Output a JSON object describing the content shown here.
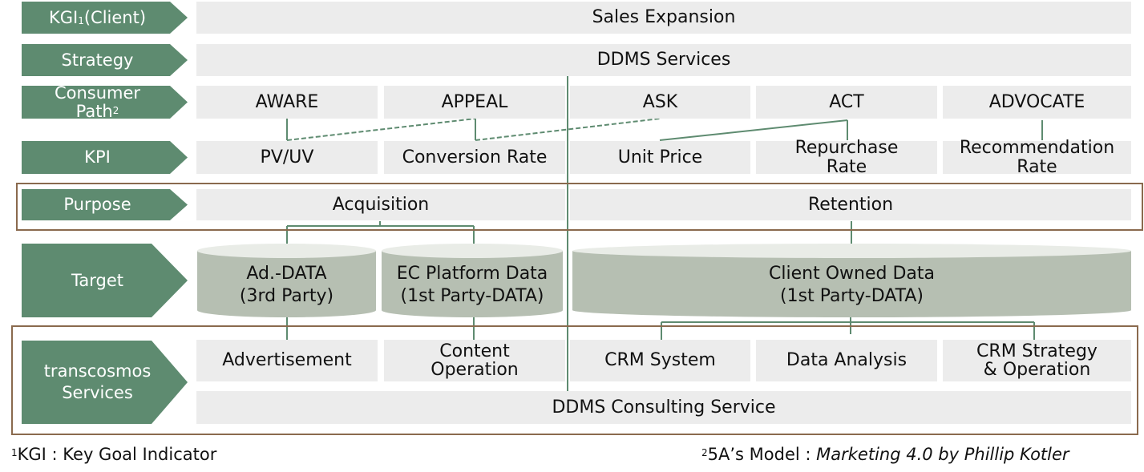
{
  "rows": {
    "kgi": {
      "label": "KGI",
      "sup": "1",
      "label_suffix": "(Client)",
      "value": "Sales Expansion"
    },
    "strategy": {
      "label": "Strategy",
      "value": "DDMS Services"
    },
    "consumer_path": {
      "label_line1": "Consumer",
      "label_line2": "Path",
      "sup": "2",
      "steps": [
        "AWARE",
        "APPEAL",
        "ASK",
        "ACT",
        "ADVOCATE"
      ]
    },
    "kpi": {
      "label": "KPI",
      "items": [
        {
          "line1": "PV/UV",
          "line2": ""
        },
        {
          "line1": "Conversion Rate",
          "line2": ""
        },
        {
          "line1": "Unit Price",
          "line2": ""
        },
        {
          "line1": "Repurchase",
          "line2": "Rate"
        },
        {
          "line1": "Recommendation",
          "line2": "Rate"
        }
      ]
    },
    "purpose": {
      "label": "Purpose",
      "acquisition": "Acquisition",
      "retention": "Retention"
    },
    "target": {
      "label": "Target",
      "data_sources": [
        {
          "line1": "Ad.-DATA",
          "line2": "(3rd Party)"
        },
        {
          "line1": "EC Platform Data",
          "line2": "(1st Party-DATA)"
        },
        {
          "line1": "Client Owned Data",
          "line2": "(1st Party-DATA)"
        }
      ]
    },
    "services": {
      "label_line1": "transcosmos",
      "label_line2": "Services",
      "items": [
        {
          "line1": "Advertisement",
          "line2": ""
        },
        {
          "line1": "Content",
          "line2": "Operation"
        },
        {
          "line1": "CRM System",
          "line2": ""
        },
        {
          "line1": "Data Analysis",
          "line2": ""
        },
        {
          "line1": "CRM Strategy",
          "line2": "& Operation"
        }
      ],
      "consulting": "DDMS Consulting Service"
    }
  },
  "footnotes": {
    "one": {
      "sup": "1",
      "text": "KGI : Key Goal Indicator"
    },
    "two": {
      "sup": "2",
      "text": "5A’s Model : ",
      "italic": "Marketing 4.0 by Phillip Kotler"
    }
  },
  "colors": {
    "arrow": "#5e8b70",
    "box": "#ececec",
    "frame": "#8a6a4e",
    "cylinder": "#b6bfb2",
    "line": "#5e8b70"
  }
}
